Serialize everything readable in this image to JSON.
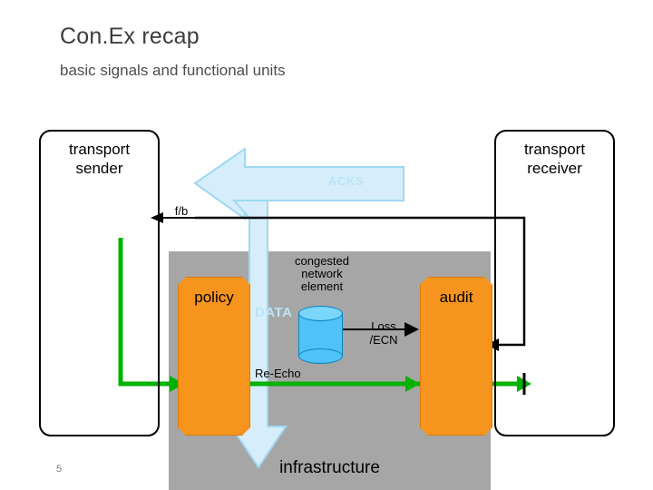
{
  "slide": {
    "title": "Con.Ex recap",
    "subtitle": "basic signals and functional units",
    "page_number": "5"
  },
  "nodes": {
    "sender": "transport\nsender",
    "sender_line1": "transport",
    "sender_line2": "sender",
    "receiver_line1": "transport",
    "receiver_line2": "receiver",
    "policy": "policy",
    "audit": "audit",
    "infrastructure": "infrastructure",
    "congested_element": "congested\nnetwork\nelement"
  },
  "labels": {
    "acks": "ACKS",
    "data": "DATA",
    "feedback": "f/b",
    "loss_ecn_line1": "Loss",
    "loss_ecn_line2": "/ECN",
    "re_echo": "Re-Echo"
  },
  "colors": {
    "arrow_fill": "#d6eefb",
    "arrow_stroke": "#9fd8f2",
    "orange": "#f7941e",
    "grey_panel": "#a6a6a6",
    "green_arrow": "#00b200",
    "cylinder": "#4fc3f7",
    "title_text": "#3d3d3d"
  }
}
